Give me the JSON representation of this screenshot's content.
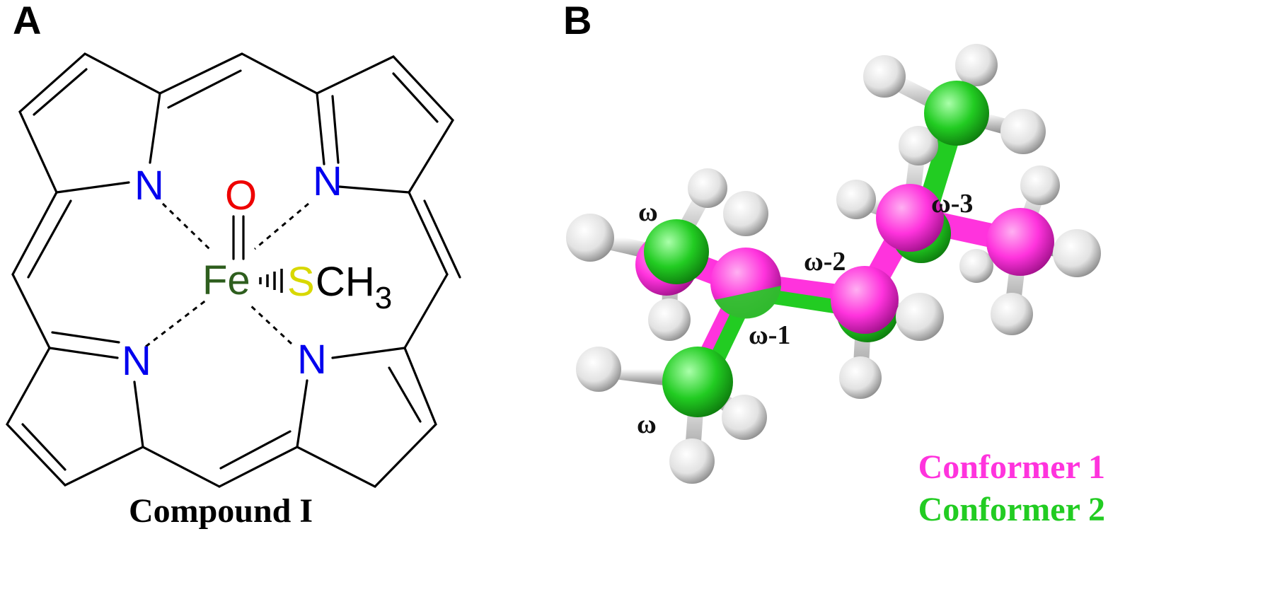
{
  "panel_a": {
    "letter": "A",
    "atoms": {
      "n_top_left": "N",
      "n_top_right": "N",
      "n_bottom_left": "N",
      "n_bottom_right": "N",
      "oxygen": "O",
      "iron": "Fe",
      "sulfur": "S",
      "methyl_c": "CH",
      "methyl_sub": "3"
    },
    "caption": "Compound I"
  },
  "panel_b": {
    "letter": "B",
    "labels": {
      "omega_top": "ω",
      "omega_bottom": "ω",
      "omega_1": "ω-1",
      "omega_2": "ω-2",
      "omega_3": "ω-3"
    },
    "legend": [
      {
        "label": "Conformer 1",
        "color": "#ff33dd"
      },
      {
        "label": "Conformer 2",
        "color": "#22cc22"
      }
    ]
  },
  "colors": {
    "nitrogen": "#0000ee",
    "oxygen": "#ee0000",
    "iron": "#2e5e1e",
    "sulfur": "#d8d800",
    "conformer1": "#ff33dd",
    "conformer2": "#22cc22",
    "hydrogen": "#e8e8e8"
  }
}
